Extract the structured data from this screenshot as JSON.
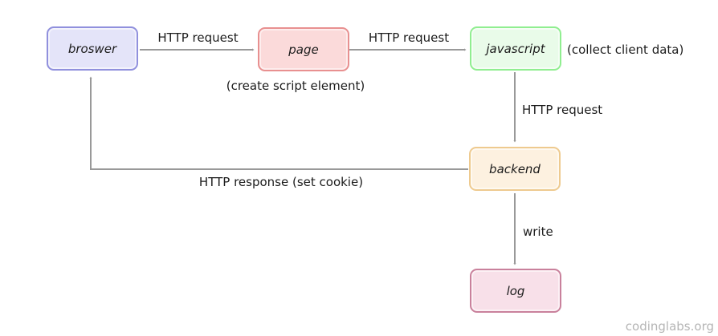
{
  "diagram": {
    "nodes": [
      {
        "id": "broswer",
        "label": "broswer",
        "fill": "#e4e4f9",
        "border": "#9090dd"
      },
      {
        "id": "page",
        "label": "page",
        "fill": "#fbdada",
        "border": "#e89090"
      },
      {
        "id": "javascript",
        "label": "javascript",
        "fill": "#e9fbe9",
        "border": "#90ee90"
      },
      {
        "id": "backend",
        "label": "backend",
        "fill": "#fdf1e0",
        "border": "#eeca8f"
      },
      {
        "id": "log",
        "label": "log",
        "fill": "#f8e0e9",
        "border": "#c9819c"
      }
    ],
    "edges": [
      {
        "from": "broswer",
        "to": "page",
        "label": "HTTP request"
      },
      {
        "from": "page",
        "to": "javascript",
        "label": "HTTP request"
      },
      {
        "from": "javascript",
        "to": "backend",
        "label": "HTTP request"
      },
      {
        "from": "backend",
        "to": "broswer",
        "label": "HTTP response (set cookie)"
      },
      {
        "from": "backend",
        "to": "log",
        "label": "write"
      }
    ],
    "annotations": {
      "page_note": "(create script element)",
      "javascript_note": "(collect client data)"
    },
    "colors": {
      "arrow": "#999999",
      "text": "#1c1c1c",
      "watermark": "#b5b5b5",
      "background": "#ffffff"
    },
    "watermark": "codinglabs.org"
  }
}
